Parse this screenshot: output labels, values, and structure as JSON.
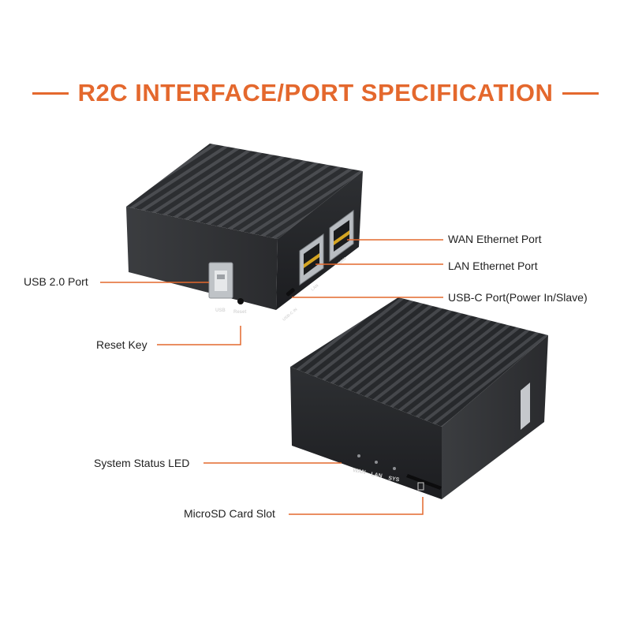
{
  "title": "R2C INTERFACE/PORT SPECIFICATION",
  "accent_color": "#e4682d",
  "callouts": {
    "wan_ethernet_port": "WAN Ethernet Port",
    "lan_ethernet_port": "LAN Ethernet Port",
    "usb_c_port": "USB-C Port(Power In/Slave)",
    "usb_2_port": "USB 2.0 Port",
    "reset_key": "Reset Key",
    "system_status_led": "System Status LED",
    "microsd_card_slot": "MicroSD Card Slot"
  },
  "device_markings": {
    "usb": "USB",
    "reset": "Reset",
    "usb_c": "USB-C IN",
    "lan": "LAN",
    "wan": "WAN",
    "led_wan": "WAN",
    "led_lan": "LAN",
    "led_sys": "SYS"
  }
}
